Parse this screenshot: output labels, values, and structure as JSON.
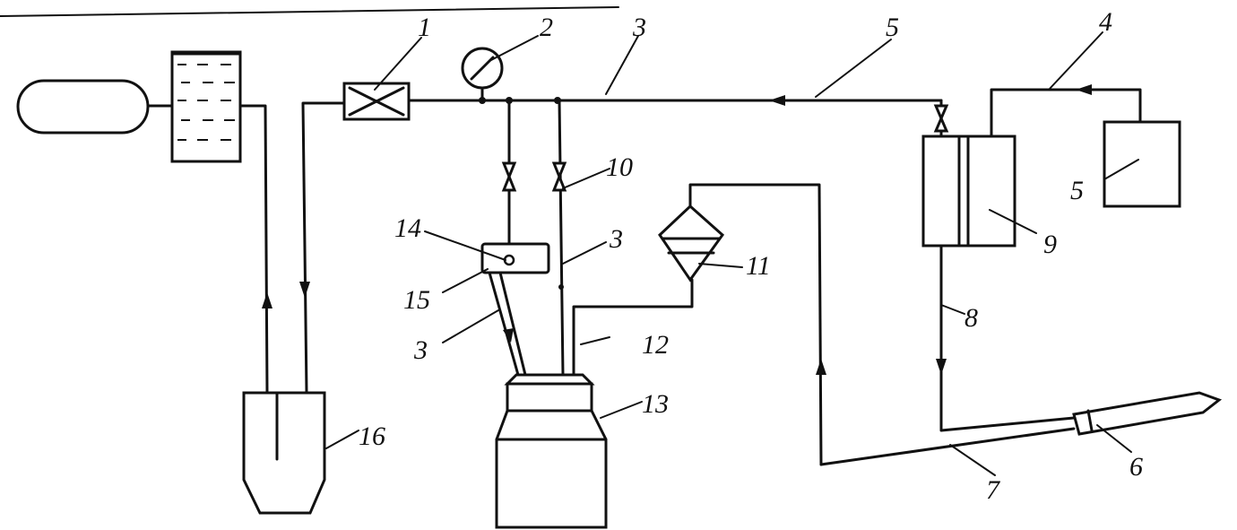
{
  "labels": {
    "n1": "1",
    "n2": "2",
    "n3a": "3",
    "n3b": "3",
    "n3c": "3",
    "n4": "4",
    "n5": "5",
    "n5b": "5",
    "n6": "6",
    "n7": "7",
    "n8": "8",
    "n9": "9",
    "n10": "10",
    "n11": "11",
    "n12": "12",
    "n13": "13",
    "n14": "14",
    "n15": "15",
    "n16": "16"
  },
  "colors": {
    "ink": "#111111",
    "paper": "#ffffff"
  }
}
